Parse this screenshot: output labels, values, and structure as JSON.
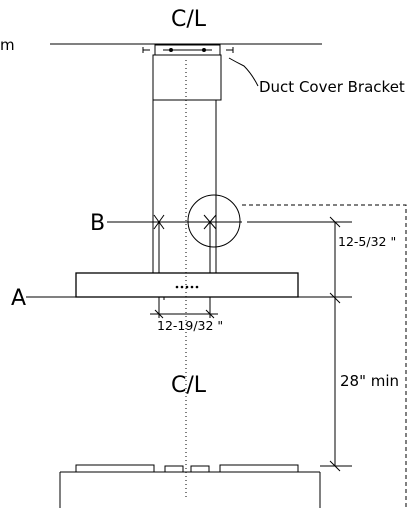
{
  "labels": {
    "cl_top": "C/L",
    "cl_bottom": "C/L",
    "ceiling_fragment": "m",
    "duct_cover_bracket": "Duct Cover Bracket",
    "point_a": "A",
    "point_b": "B",
    "dim_vertical_small": "12-5/32 \"",
    "dim_horizontal": "12-19/32 \"",
    "dim_clearance": "28\" min"
  },
  "colors": {
    "stroke": "#000000",
    "background": "#ffffff"
  }
}
